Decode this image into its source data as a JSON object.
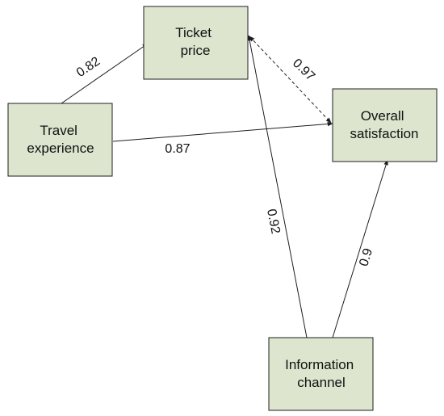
{
  "nodes": {
    "ticket_price": {
      "line1": "Ticket",
      "line2": "price"
    },
    "travel_experience": {
      "line1": "Travel",
      "line2": "experience"
    },
    "overall_satisfaction": {
      "line1": "Overall",
      "line2": "satisfaction"
    },
    "information_channel": {
      "line1": "Information",
      "line2": "channel"
    }
  },
  "edges": {
    "travel_to_ticket": {
      "label": "0.82"
    },
    "ticket_to_overall": {
      "label": "0.97"
    },
    "travel_to_overall": {
      "label": "0.87"
    },
    "info_to_ticket": {
      "label": "0.92"
    },
    "info_to_overall": {
      "label": "0.9"
    }
  },
  "colors": {
    "node_fill": "#dde5cf",
    "stroke": "#1f1f1f"
  }
}
